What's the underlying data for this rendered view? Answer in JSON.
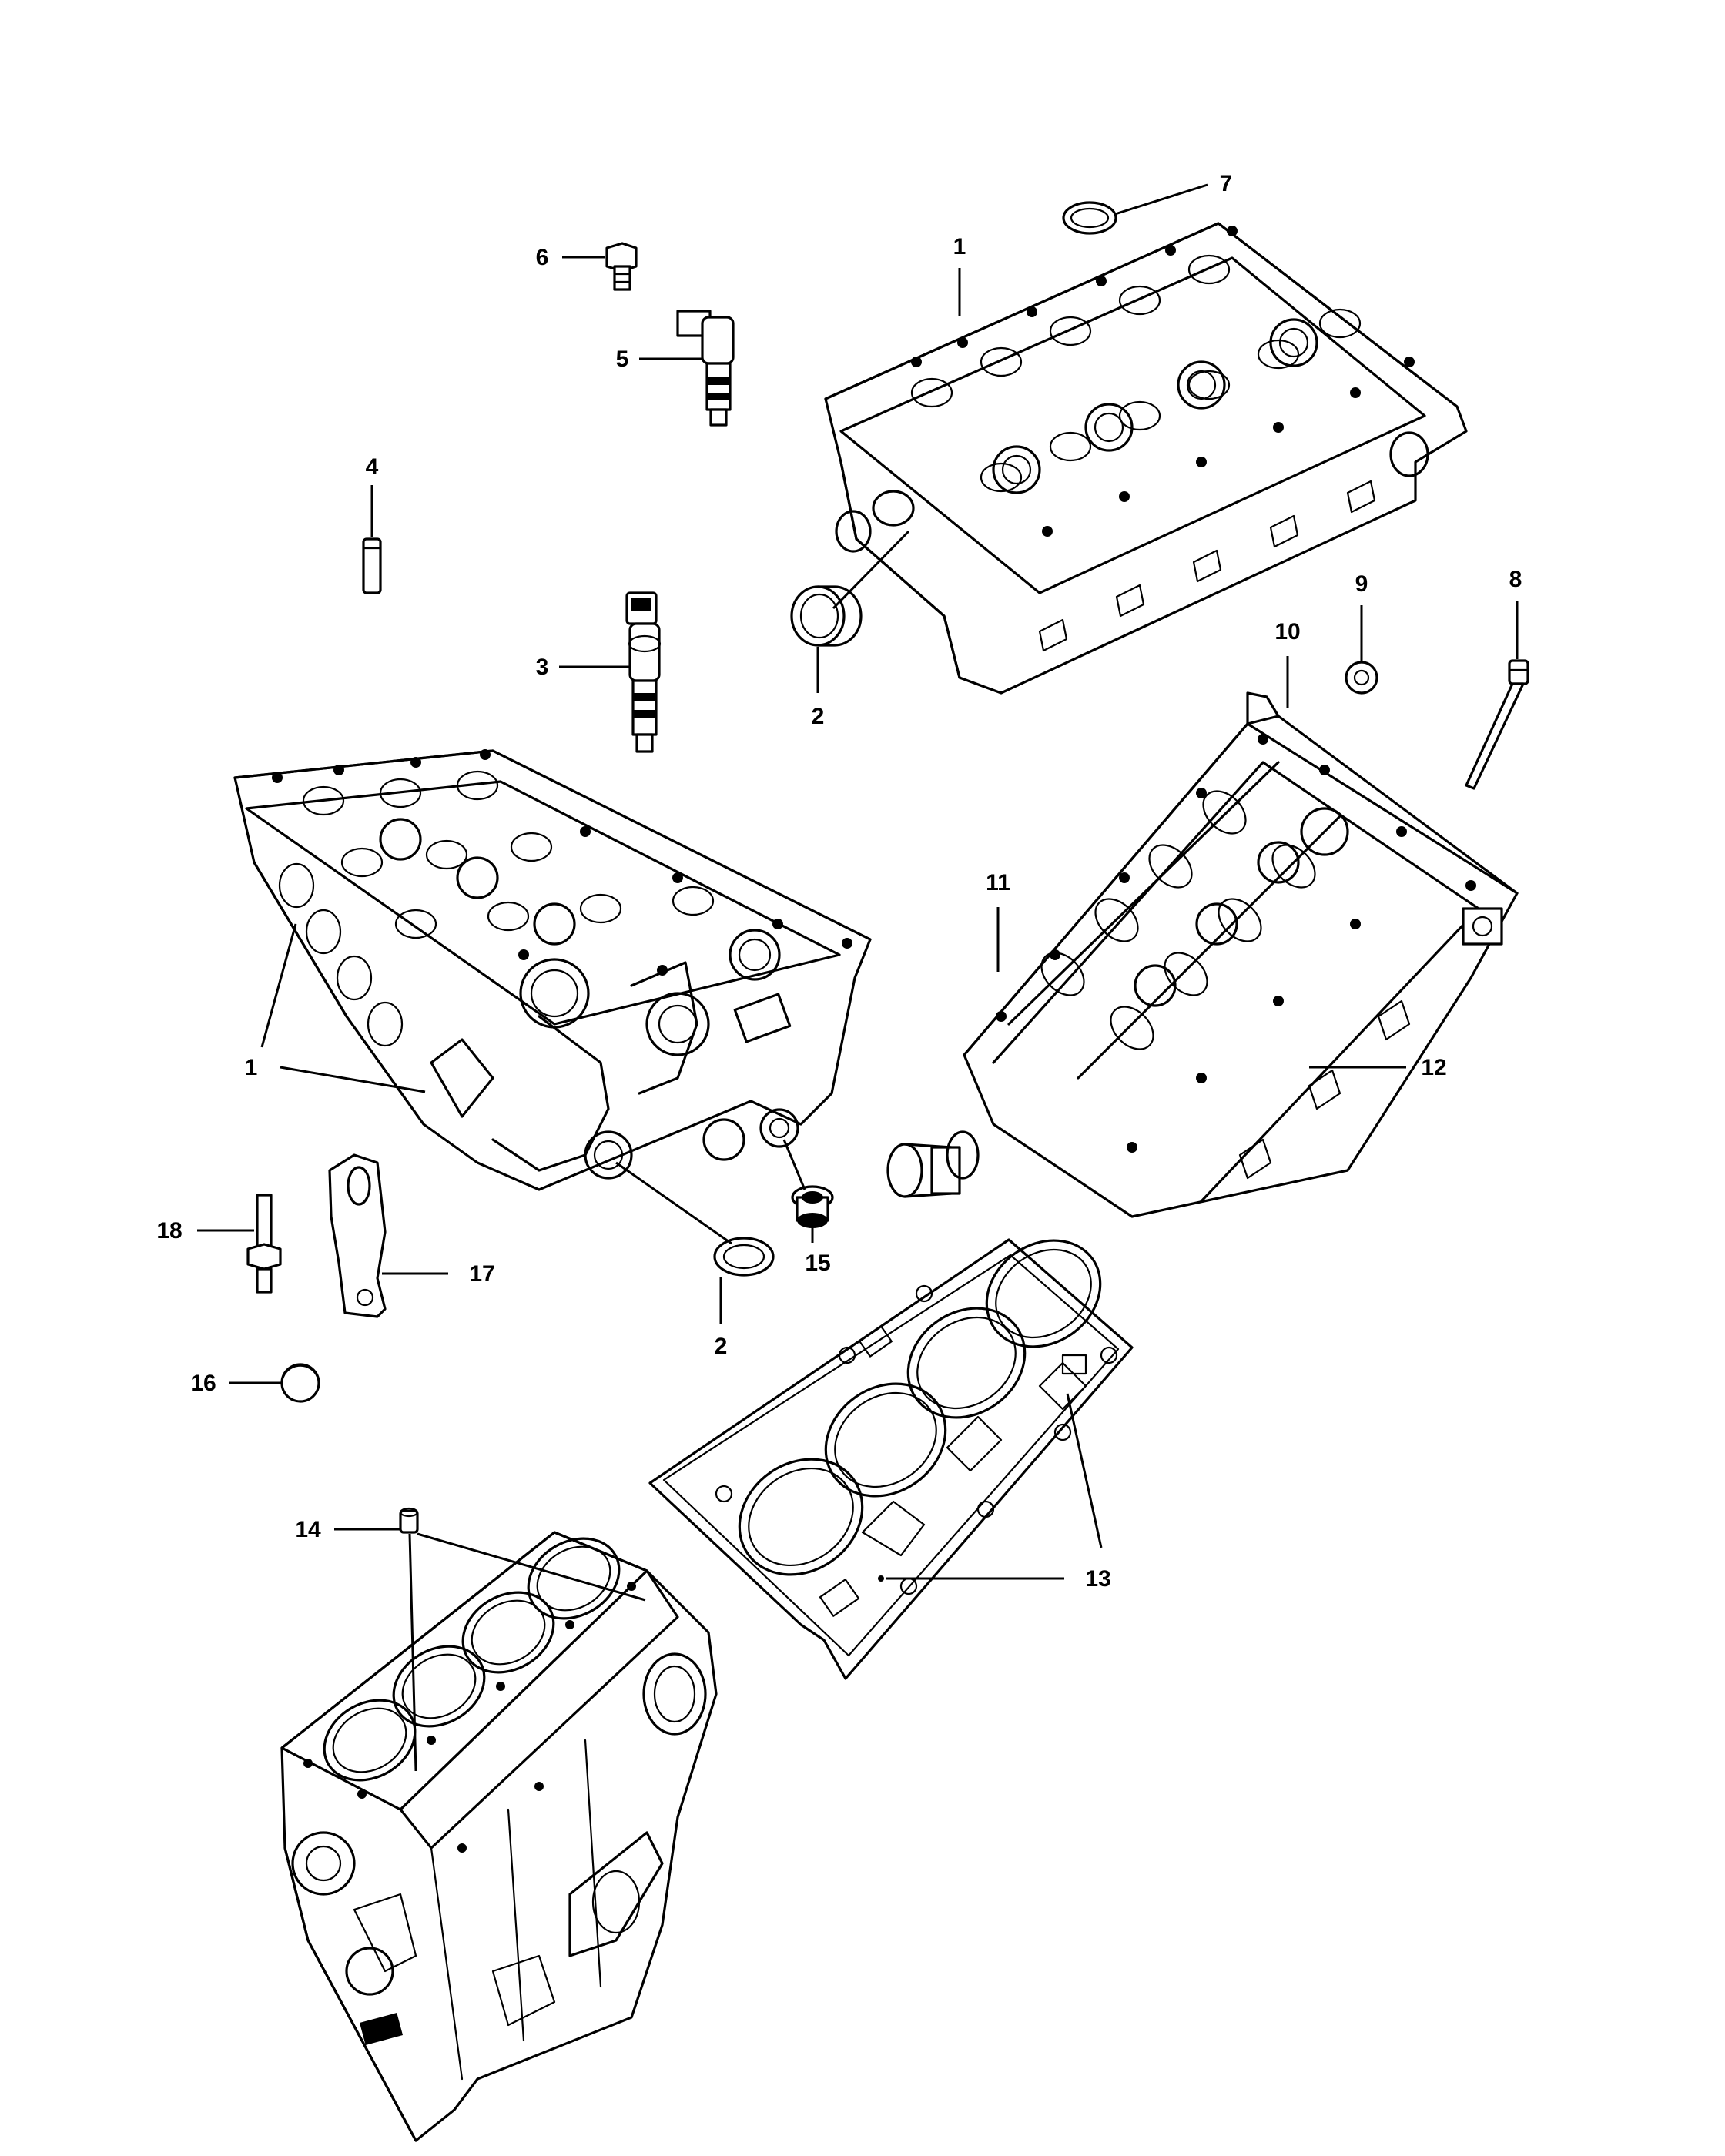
{
  "callouts": [
    {
      "id": "c7",
      "label": "7"
    },
    {
      "id": "c6",
      "label": "6"
    },
    {
      "id": "c1a",
      "label": "1"
    },
    {
      "id": "c5",
      "label": "5"
    },
    {
      "id": "c4",
      "label": "4"
    },
    {
      "id": "c3",
      "label": "3"
    },
    {
      "id": "c2a",
      "label": "2"
    },
    {
      "id": "c9",
      "label": "9"
    },
    {
      "id": "c8",
      "label": "8"
    },
    {
      "id": "c10",
      "label": "10"
    },
    {
      "id": "c11",
      "label": "11"
    },
    {
      "id": "c1b",
      "label": "1"
    },
    {
      "id": "c12",
      "label": "12"
    },
    {
      "id": "c18",
      "label": "18"
    },
    {
      "id": "c17",
      "label": "17"
    },
    {
      "id": "c2b",
      "label": "2"
    },
    {
      "id": "c15",
      "label": "15"
    },
    {
      "id": "c16",
      "label": "16"
    },
    {
      "id": "c14",
      "label": "14"
    },
    {
      "id": "c13",
      "label": "13"
    }
  ]
}
